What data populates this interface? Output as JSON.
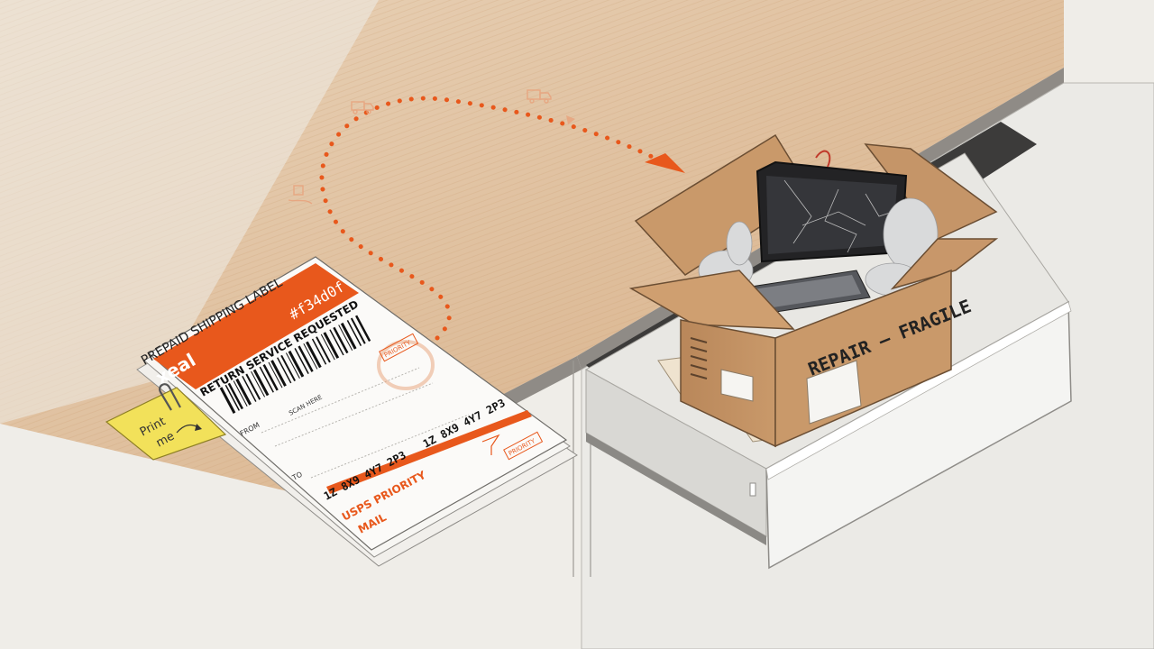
{
  "label": {
    "header_text": "PREPAID SHIPPING LABEL",
    "brand": "xeal",
    "code": "#f34d0f",
    "service": "RETURN SERVICE REQUESTED",
    "scan_here": "SCAN HERE",
    "from_label": "FROM",
    "to_label": "TO",
    "tracking_1": "1Z 8X9 4Y7 2P3",
    "tracking_2": "1Z 8X9 4Y7 2P3",
    "usps": "USPS PRIORITY",
    "mail": "MAIL",
    "stamp_top": "PRIORITY",
    "stamp_bottom": "PRIORITY"
  },
  "sticky_note": {
    "line1": "Print",
    "line2": "me"
  },
  "box": {
    "marking": "REPAIR – FRAGILE"
  },
  "colors": {
    "accent_orange": "#e8581c",
    "desk": "#d8b38c",
    "box": "#c9996a",
    "sticky": "#f2e15a",
    "laptop": "#2a2a2c",
    "drawer": "#f4f4f2"
  },
  "icons": [
    "truck-icon",
    "delivery-van-icon",
    "parcel-hand-icon",
    "arrow-head-icon",
    "paperclip-icon"
  ]
}
